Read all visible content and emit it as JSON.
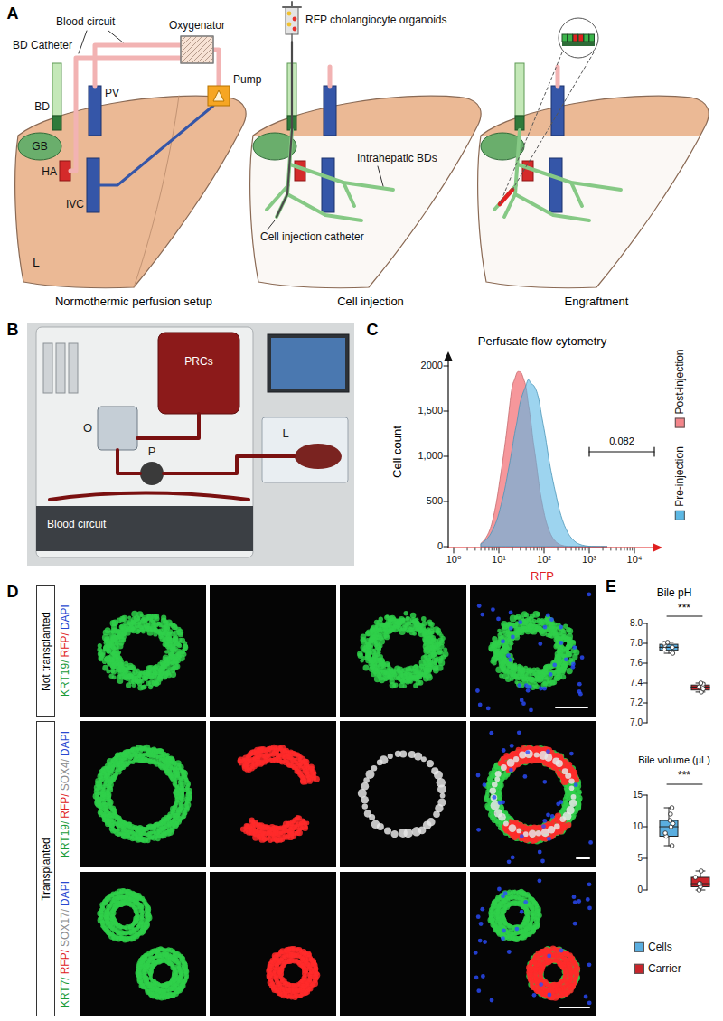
{
  "diagram": {
    "nodes": [
      {
        "text": [
          "Not transplanted"
        ]
      },
      {
        "text": [
          "Transplanted"
        ]
      }
    ],
    "labels": [
      "A",
      "Blood circuit",
      "Oxygenator",
      "BD Catheter",
      "BD",
      "PV",
      "Pump",
      "GB",
      "HA",
      "IVC",
      "L",
      "Normothermic perfusion setup",
      "RFP cholangiocyte organoids",
      "Cell injection catheter",
      "Intrahepatic BDs",
      "Cell injection",
      "Engraftment",
      "B",
      "PRCs",
      "O",
      "P",
      "L",
      "Blood circuit",
      "C",
      "Perfusate flow cytometry",
      "Cell count",
      "2000",
      "1,500",
      "1,000",
      "500",
      "0",
      "10⁰",
      "10¹",
      "10²",
      "10³",
      "10⁴",
      "RFP",
      "0.082",
      "D",
      "KRT19/",
      "RFP/",
      "DAPI",
      "KRT19/",
      "RFP/",
      "SOX4/",
      "DAPI",
      "KRT7/",
      "RFP/",
      "SOX17/",
      "DAPI",
      "E",
      "Bile pH",
      "***",
      "8.0",
      "7.8",
      "7.6",
      "7.4",
      "7.2",
      "7.0",
      "Bile volume (µL)",
      "***",
      "15",
      "10",
      "5",
      "0"
    ],
    "legend": [
      {
        "text": "Post-injection",
        "color": "#f4858a"
      },
      {
        "text": "Pre-injection",
        "color": "#5cb8e4"
      },
      {
        "text": "Cells",
        "color": "#5aaee0"
      },
      {
        "text": "Carrier",
        "color": "#c9252b"
      }
    ]
  }
}
